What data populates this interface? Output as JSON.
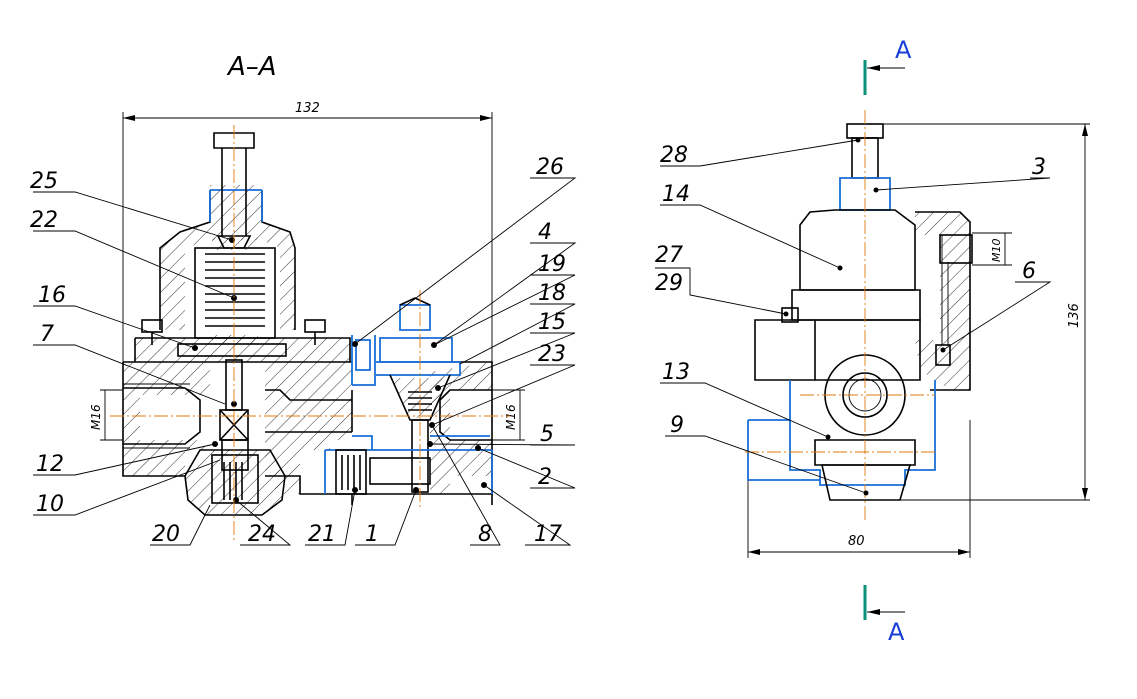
{
  "section": {
    "title": "A–A",
    "labels": [
      "A",
      "A"
    ]
  },
  "dimensions": {
    "width_left": "132",
    "thread_left": "M16",
    "thread_right": "M16",
    "thread_small": "M10",
    "height_right": "136",
    "width_right": "80"
  },
  "callouts": {
    "left": [
      "25",
      "22",
      "16",
      "7",
      "12",
      "10",
      "20",
      "24",
      "21",
      "1",
      "8",
      "17",
      "2",
      "5",
      "23",
      "15",
      "18",
      "19",
      "4",
      "26"
    ],
    "right": [
      "28",
      "3",
      "14",
      "27",
      "29",
      "6",
      "13",
      "9"
    ]
  },
  "colors": {
    "outline": "#000000",
    "seal": "#1a6fd6",
    "centerline": "#e07a10",
    "cutting_plane": "#0a8f7a",
    "section_letter": "#1a3fd6"
  }
}
